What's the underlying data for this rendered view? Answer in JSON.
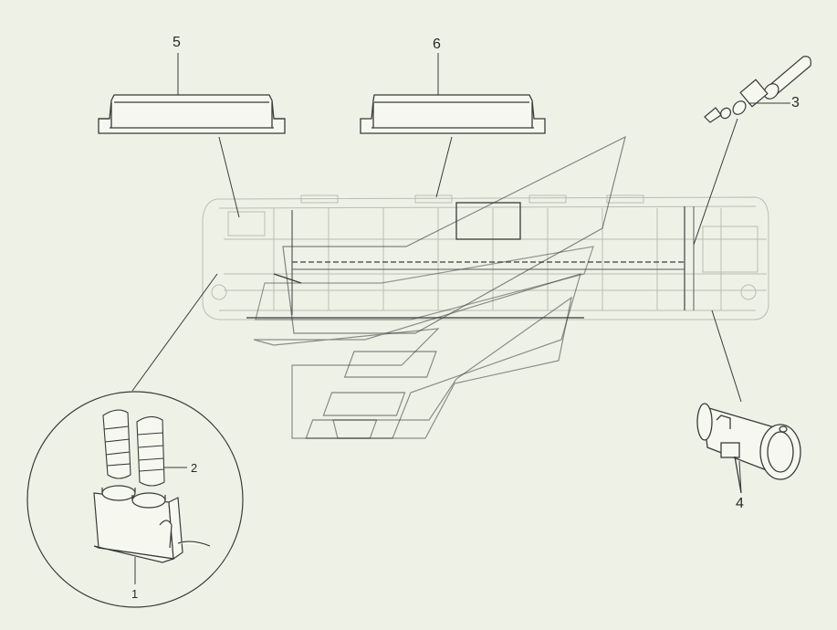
{
  "callouts": {
    "c1": "1",
    "c2": "2",
    "c3": "3",
    "c4": "4",
    "c5": "5",
    "c6": "6"
  },
  "colors": {
    "background": "#eef2e6",
    "line": "#3a3a3a",
    "faint_line": "#b8bdb4"
  },
  "parts": [
    {
      "callout": "1",
      "icon": "heater-unit-icon"
    },
    {
      "callout": "2",
      "icon": "flexible-duct-icon"
    },
    {
      "callout": "3",
      "icon": "fuel-line-fitting-icon"
    },
    {
      "callout": "4",
      "icon": "cylindrical-heater-icon"
    },
    {
      "callout": "5",
      "icon": "roof-ac-unit-icon"
    },
    {
      "callout": "6",
      "icon": "roof-ac-unit-icon"
    }
  ]
}
